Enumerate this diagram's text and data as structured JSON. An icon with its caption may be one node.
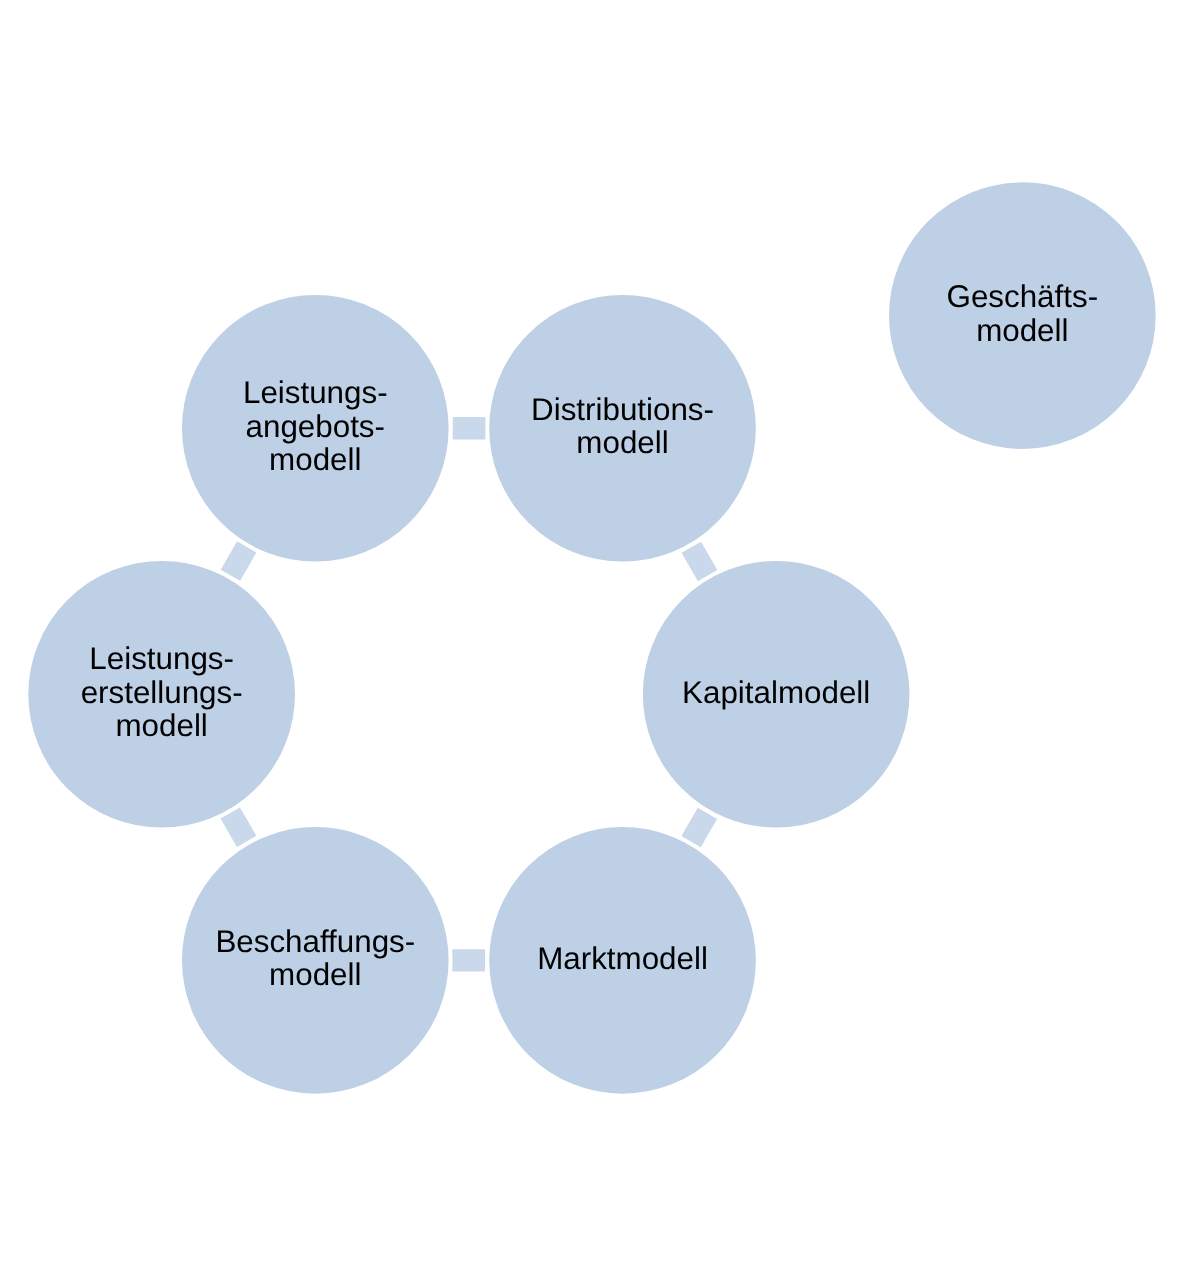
{
  "diagram": {
    "nodes": [
      {
        "text": [
          "Marktmodell"
        ]
      },
      {
        "text": [
          "Kapitalmodell"
        ]
      },
      {
        "text": [
          "Beschaffungs- modell"
        ]
      },
      {
        "text": [
          "Geschäfts- modell"
        ]
      },
      {
        "text": [
          "Distributions- modell"
        ]
      },
      {
        "text": [
          "Leistungs- erstellungs- modell"
        ]
      },
      {
        "text": [
          "Leistungs- angebots- modell"
        ]
      }
    ],
    "edges": [
      {
        "from": 0,
        "to": 2,
        "arrow": "none"
      },
      {
        "from": 2,
        "to": 5,
        "arrow": "none"
      },
      {
        "from": 5,
        "to": 6,
        "arrow": "none"
      },
      {
        "from": 6,
        "to": 4,
        "arrow": "none"
      },
      {
        "from": 4,
        "to": 1,
        "arrow": "none"
      },
      {
        "from": 1,
        "to": 0,
        "arrow": "none"
      }
    ]
  }
}
